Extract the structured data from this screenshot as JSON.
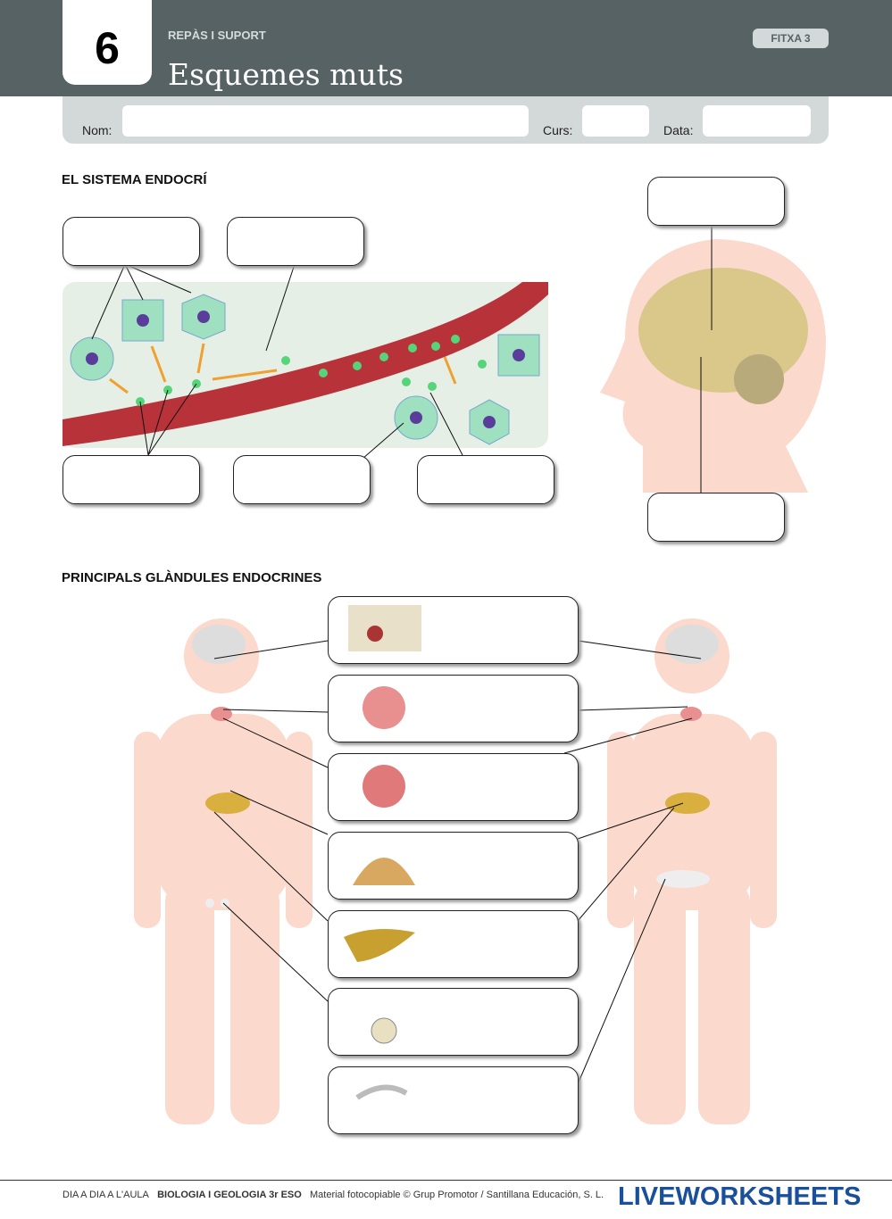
{
  "header": {
    "unit_number": "6",
    "section": "REPÀS I SUPORT",
    "title": "Esquemes muts",
    "sheet": "FITXA 3"
  },
  "namebar": {
    "name_label": "Nom:",
    "course_label": "Curs:",
    "date_label": "Data:"
  },
  "section1": {
    "title": "EL SISTEMA ENDOCRÍ"
  },
  "section2": {
    "title": "PRINCIPALS GLÀNDULES ENDOCRINES"
  },
  "footer": {
    "series": "DIA A DIA A L'AULA",
    "subject": "BIOLOGIA I GEOLOGIA 3r ESO",
    "copyright": "Material fotocopiable © Grup Promotor / Santillana Educación, S. L.",
    "brand": "LIVEWORKSHEETS"
  }
}
